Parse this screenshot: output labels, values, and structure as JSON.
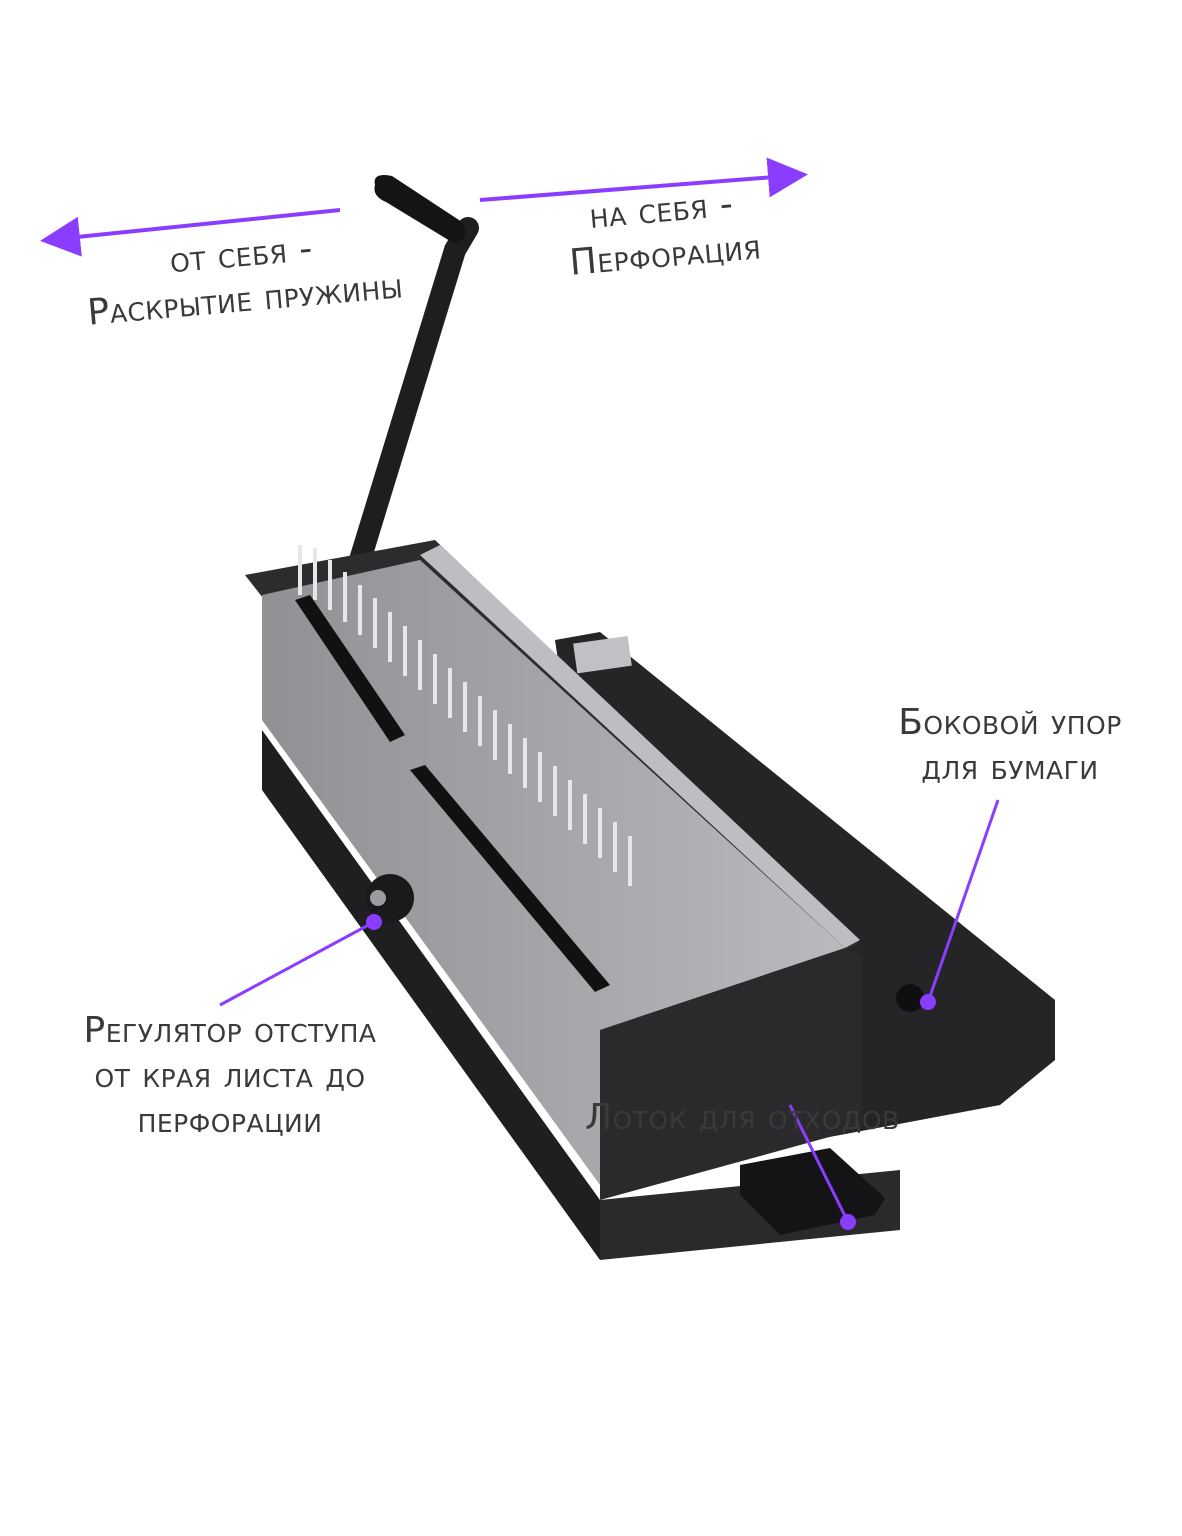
{
  "annotations": {
    "push_away": {
      "line1": "от себя -",
      "line2": "Раскрытие пружины"
    },
    "pull_toward": {
      "line1": "на себя -",
      "line2": "Перфорация"
    },
    "side_stop": {
      "line1": "Боковой упор",
      "line2": "для бумаги"
    },
    "margin_adjuster": {
      "line1": "Регулятор отступа",
      "line2": "от края листа до",
      "line3": "перфорации"
    },
    "waste_tray": {
      "line1": "Лоток для отходов"
    }
  },
  "colors": {
    "accent": "#8b3dff",
    "text": "#3a3a3a",
    "machine_body": "#2a2a2c",
    "machine_panel": "#a9abae",
    "background": "#ffffff"
  }
}
